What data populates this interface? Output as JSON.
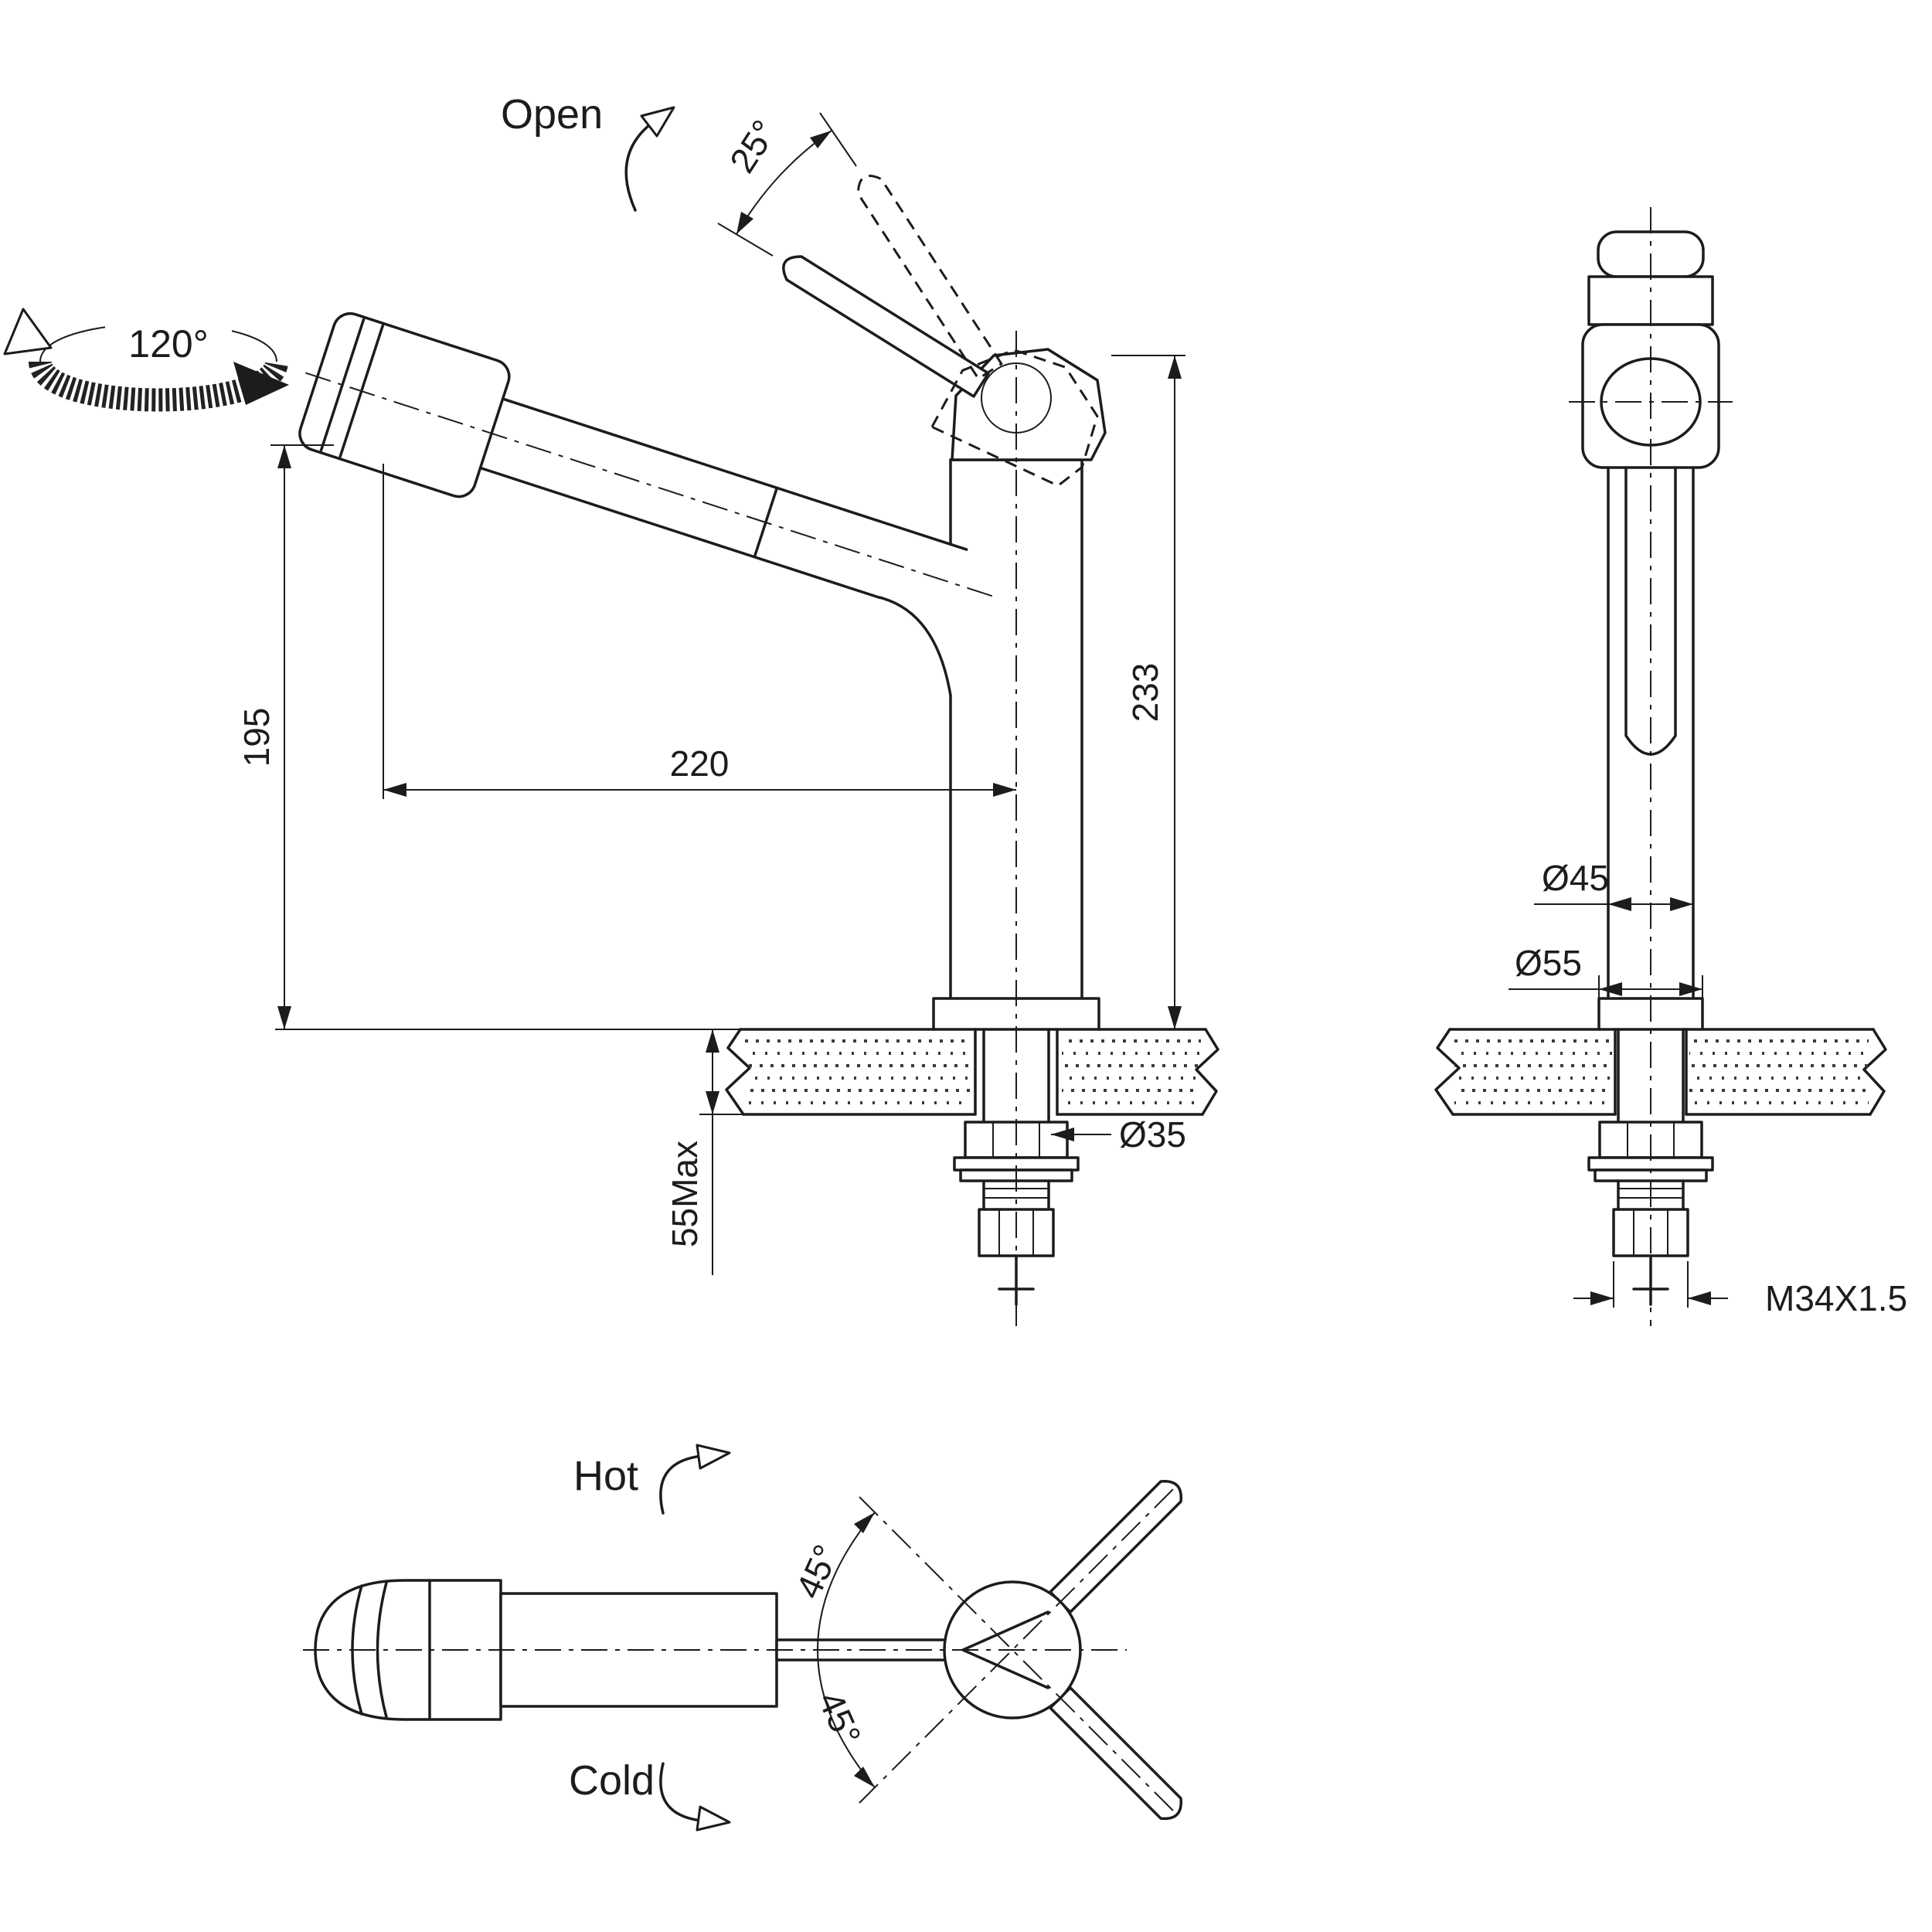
{
  "drawing": {
    "labels": {
      "open": "Open",
      "hot": "Hot",
      "cold": "Cold"
    },
    "dimensions": {
      "swivel_angle": "120°",
      "handle_open_angle": "25°",
      "spout_height": "195",
      "spout_reach": "220",
      "overall_height": "233",
      "deck_thickness": "55Max",
      "shank_diameter": "Ø35",
      "body_diameter": "Ø45",
      "base_diameter": "Ø55",
      "thread_spec": "M34X1.5",
      "handle_swing_up": "45°",
      "handle_swing_down": "45°"
    },
    "colors": {
      "line": "#1c1c1c",
      "background": "#ffffff"
    }
  }
}
